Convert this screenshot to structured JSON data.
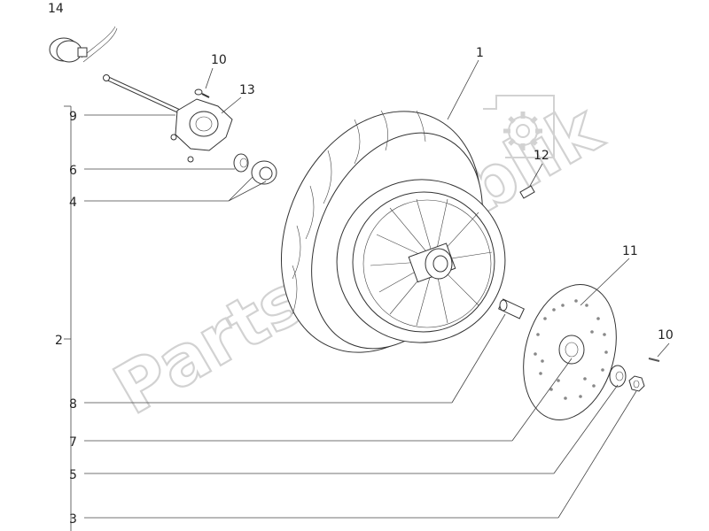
{
  "watermark": "PartsRepublik",
  "callouts": {
    "c1": "1",
    "c2": "2",
    "c3": "3",
    "c4": "4",
    "c5": "5",
    "c6": "6",
    "c7": "7",
    "c8": "8",
    "c9": "9",
    "c10a": "10",
    "c10b": "10",
    "c11": "11",
    "c12": "12",
    "c13": "13",
    "c14": "14"
  },
  "icons": [
    "gear-logo-icon"
  ]
}
